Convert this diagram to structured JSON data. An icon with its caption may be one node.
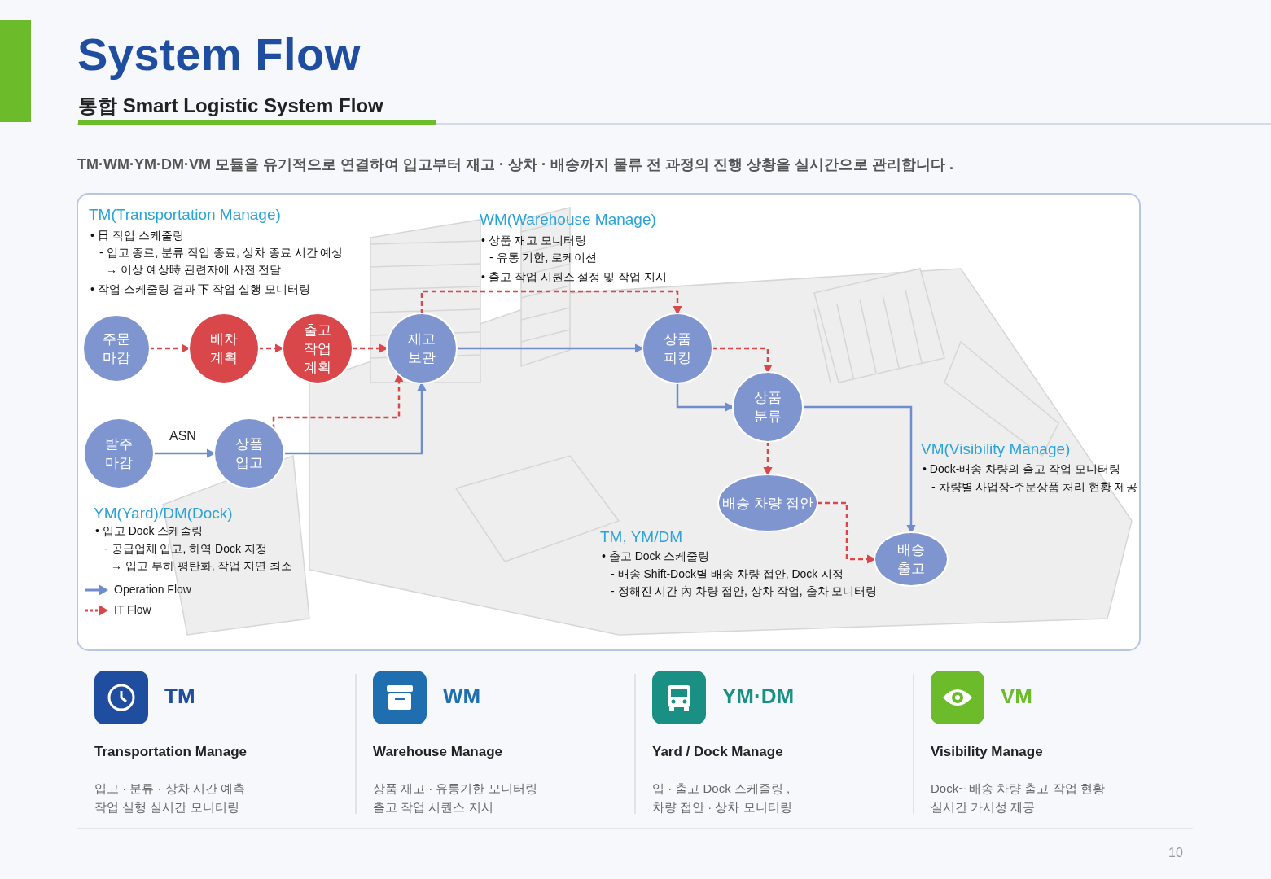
{
  "diagram": {
    "title": "System Flow",
    "nodes": [
      {
        "text": [
          "주문 마감"
        ]
      },
      {
        "text": [
          "배차 계획"
        ]
      },
      {
        "text": [
          "출고 작업 계획"
        ]
      },
      {
        "text": [
          "재고 보관"
        ]
      },
      {
        "text": [
          "상품 피킹"
        ]
      },
      {
        "text": [
          "상품 분류"
        ]
      },
      {
        "text": [
          "발주 마감"
        ]
      },
      {
        "text": [
          "상품 입고"
        ]
      },
      {
        "text": [
          "배송 차량 접안"
        ]
      },
      {
        "text": [
          "배송 출고"
        ]
      }
    ],
    "edges": [
      {
        "from": 0,
        "to": 1,
        "arrow": "to",
        "style": "dashed"
      },
      {
        "from": 1,
        "to": 2,
        "arrow": "to",
        "style": "dashed"
      },
      {
        "from": 2,
        "to": 3,
        "arrow": "to",
        "style": "dashed"
      },
      {
        "from": 7,
        "to": 3,
        "arrow": "to",
        "style": "dashed"
      },
      {
        "from": 3,
        "to": 4,
        "arrow": "to",
        "style": "dashed"
      },
      {
        "from": 4,
        "to": 5,
        "arrow": "to",
        "style": "dashed"
      },
      {
        "from": 5,
        "to": 8,
        "arrow": "to",
        "style": "dashed"
      },
      {
        "from": 8,
        "to": 9,
        "arrow": "to",
        "style": "dashed"
      },
      {
        "from": 6,
        "to": 7,
        "arrow": "to",
        "label": "ASN",
        "color": "#6f8ccc"
      },
      {
        "from": 7,
        "to": 3,
        "arrow": "to",
        "color": "#6f8ccc"
      },
      {
        "from": 3,
        "to": 4,
        "arrow": "to",
        "color": "#6f8ccc"
      },
      {
        "from": 4,
        "to": 5,
        "arrow": "to",
        "color": "#6f8ccc"
      },
      {
        "from": 5,
        "to": 9,
        "arrow": "to",
        "color": "#6f8ccc"
      }
    ],
    "labels": [
      "통합 Smart Logistic System Flow",
      "TM·WM·YM·DM·VM 모듈을 유기적으로 연결하여 입고부터 재고 · 상차 · 배송까지 물류 전 과정의 진행 상황을 실시간으로 관리합니다 .",
      "TM(Transportation Manage)",
      "• 日 작업 스케줄링",
      "- 입고 종료, 분류 작업 종료, 상차 종료 시간 예상",
      "→ 이상 예상時 관련자에 사전 전달",
      "• 작업 스케줄링 결과 下 작업 실행 모니터링",
      "WM(Warehouse Manage)",
      "• 상품 재고 모니터링",
      "- 유통 기한, 로케이션",
      "• 출고 작업 시퀀스 설정 및 작업 지시",
      "VM(Visibility Manage)",
      "• Dock-배송 차량의 출고 작업 모니터링",
      "- 차량별 사업장-주문상품 처리 현황 제공",
      "YM(Yard)/DM(Dock)",
      "• 입고 Dock 스케줄링",
      "- 공급업체 입고, 하역 Dock 지정",
      "→ 입고 부하 평탄화, 작업 지연 최소",
      "TM, YM/DM",
      "• 출고 Dock 스케줄링",
      "- 배송 Shift-Dock별 배송 차량 접안, Dock 지정",
      "- 정해진 시간 內 차량 접안, 상차 작업, 출차 모니터링",
      "TM",
      "Transportation Manage",
      "입고 · 분류 · 상차 시간 예측 작업 실행 실시간 모니터링",
      "WM",
      "Warehouse Manage",
      "상품 재고 · 유통기한 모니터링 출고 작업 시퀀스 지시",
      "YM·DM",
      "Yard / Dock Manage",
      "입 · 출고 Dock 스케줄링 , 차량 접안 · 상차 모니터링",
      "VM",
      "Visibility Manage",
      "Dock~ 배송 차량 출고 작업 현황 실시간 가시성 제공",
      "10"
    ],
    "legend": [
      {
        "text": "Operation Flow"
      },
      {
        "text": "IT Flow"
      }
    ]
  }
}
